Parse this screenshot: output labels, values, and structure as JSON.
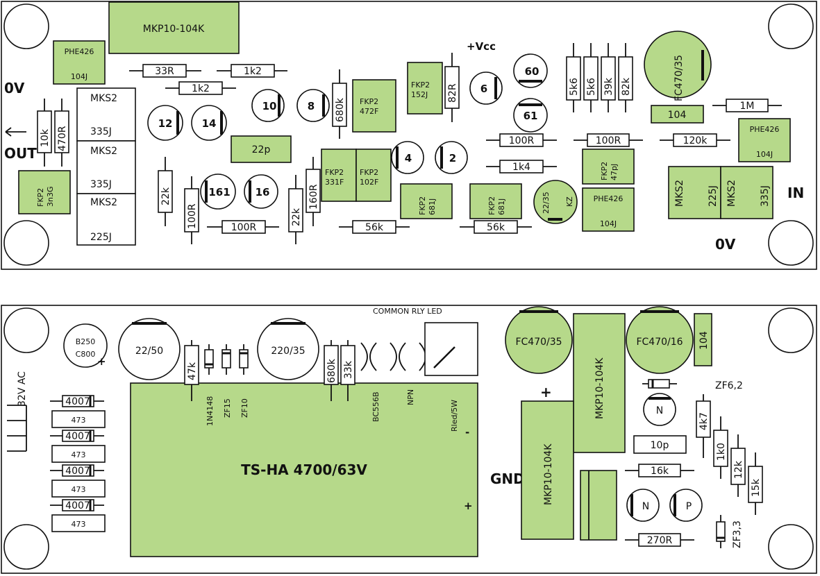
{
  "colors": {
    "component_fill": "#b6d98a",
    "outline": "#111111",
    "background": "#ffffff"
  },
  "top_board": {
    "labels": {
      "zero_v_left": "0V",
      "out": "OUT",
      "vcc": "+Vcc",
      "in": "IN",
      "zero_v_right": "0V"
    },
    "capacitors": {
      "mkp10_top": "MKP10-104K",
      "phe426_a": "PHE426",
      "phe426_a_val": "104J",
      "mks2_a": "MKS2",
      "mks2_a_val": "335J",
      "mks2_b": "MKS2",
      "mks2_b_val": "335J",
      "mks2_c": "MKS2",
      "mks2_c_val": "225J",
      "fkp2_out": "FKP2",
      "fkp2_out_val": "3n3G",
      "c22p": "22p",
      "fkp2_472": "FKP2",
      "fkp2_472_val": "472F",
      "fkp2_152": "FKP2",
      "fkp2_152_val": "152J",
      "fkp2_331": "FKP2",
      "fkp2_331_val": "331F",
      "fkp2_102": "FKP2",
      "fkp2_102_val": "102F",
      "fkp2_681a": "FKP2",
      "fkp2_681a_val": "681J",
      "fkp2_681b": "FKP2",
      "fkp2_681b_val": "681J",
      "fkp2_47p": "FKP2",
      "fkp2_47p_val": "47pJ",
      "phe426_b": "PHE426",
      "phe426_b_val": "104J",
      "phe426_c": "PHE426",
      "phe426_c_val": "104J",
      "fc470": "FC470/35",
      "c104": "104",
      "mks2_in_a": "MKS2",
      "mks2_in_a_val": "225J",
      "mks2_in_b": "MKS2",
      "mks2_in_b_val": "335J",
      "e22_35": "22/35",
      "e22_35_kz": "KZ"
    },
    "resistors": {
      "r33r": "33R",
      "r1k2a": "1k2",
      "r1k2b": "1k2",
      "r10k": "10k",
      "r470r": "470R",
      "r22k_a": "22k",
      "r100r_v": "100R",
      "r100r_h": "100R",
      "r22k_b": "22k",
      "r160r": "160R",
      "r680k": "680k",
      "r56k_a": "56k",
      "r56k_b": "56k",
      "r82r": "82R",
      "r100r_b": "100R",
      "r1k4": "1k4",
      "r100r_c": "100R",
      "r120k": "120k",
      "r1m": "1M",
      "r5k6a": "5k6",
      "r5k6b": "5k6",
      "r39k": "39k",
      "r82k": "82k"
    },
    "transistors": {
      "q12": "12",
      "q14": "14",
      "q10": "10",
      "q8": "8",
      "q161": "161",
      "q16": "16",
      "q4": "4",
      "q2": "2",
      "q6": "6",
      "q60": "60",
      "q61": "61"
    }
  },
  "bottom_board": {
    "labels": {
      "ac": "32V AC",
      "common_rly_led": "COMMON RLY LED",
      "gnd": "GND",
      "ts_ha": "TS-HA 4700/63V",
      "minus": "-",
      "plus": "+",
      "d1": "1N4148",
      "z15": "ZF15",
      "z10": "ZF10",
      "bc556": "BC556B",
      "npn": "NPN",
      "rled": "Rled/5W",
      "zf62": "ZF6,2",
      "zf33": "ZF3,3",
      "n1": "N",
      "n2": "N",
      "p1": "P"
    },
    "bridge": {
      "l1": "B250",
      "l2": "C800",
      "plus": "+"
    },
    "capacitors": {
      "e22_50": "22/50",
      "e220_35": "220/35",
      "fc470_35": "FC470/35",
      "fc470_16": "FC470/16",
      "mkp10_a": "MKP10-104K",
      "mkp10_b": "MKP10-104K",
      "c104": "104",
      "c10p": "10p",
      "plus_mark": "+"
    },
    "diodes": [
      "4007",
      "4007",
      "4007",
      "4007"
    ],
    "ceramic": [
      "473",
      "473",
      "473",
      "473"
    ],
    "resistors": {
      "r47k": "47k",
      "r680k": "680k",
      "r33k": "33k",
      "r4k7": "4k7",
      "r1k0": "1k0",
      "r12k": "12k",
      "r15k": "15k",
      "r16k": "16k",
      "r270r": "270R"
    }
  }
}
